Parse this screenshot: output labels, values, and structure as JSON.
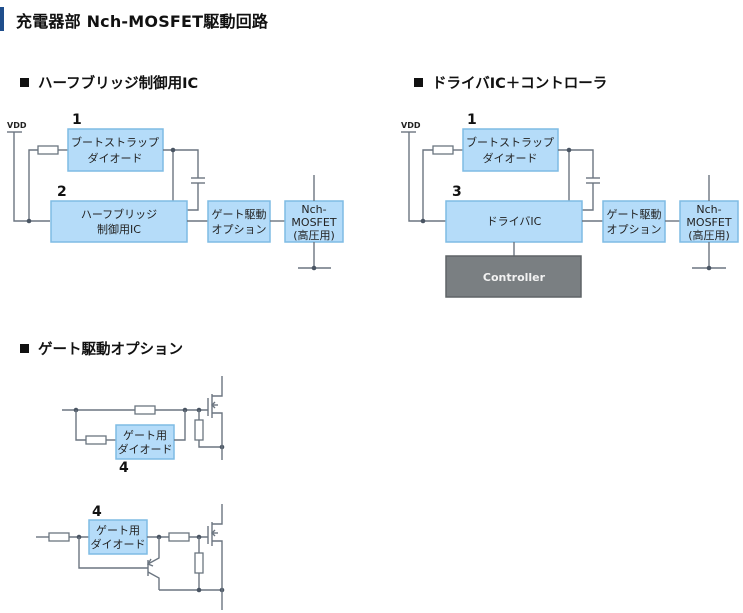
{
  "page": {
    "title": "充電器部 Nch-MOSFET駆動回路",
    "accent_color": "#1f4e8c"
  },
  "sections": {
    "half_bridge": {
      "title": "ハーフブリッジ制御用IC",
      "vdd_label": "VDD",
      "bootstrap": {
        "number": "1",
        "line1": "ブートストラップ",
        "line2": "ダイオード"
      },
      "ic": {
        "number": "2",
        "line1": "ハーフブリッジ",
        "line2": "制御用IC"
      },
      "gate_option": {
        "line1": "ゲート駆動",
        "line2": "オプション"
      },
      "mosfet": {
        "line1": "Nch-",
        "line2": "MOSFET",
        "line3": "(高圧用)"
      }
    },
    "driver_controller": {
      "title": "ドライバIC＋コントローラ",
      "vdd_label": "VDD",
      "bootstrap": {
        "number": "1",
        "line1": "ブートストラップ",
        "line2": "ダイオード"
      },
      "ic": {
        "number": "3",
        "label": "ドライバIC"
      },
      "gate_option": {
        "line1": "ゲート駆動",
        "line2": "オプション"
      },
      "mosfet": {
        "line1": "Nch-",
        "line2": "MOSFET",
        "line3": "(高圧用)"
      },
      "controller": {
        "label": "Controller"
      }
    },
    "gate_option": {
      "title": "ゲート駆動オプション",
      "circuit1": {
        "number": "4",
        "line1": "ゲート用",
        "line2": "ダイオード"
      },
      "circuit2": {
        "number": "4",
        "line1": "ゲート用",
        "line2": "ダイオード"
      }
    }
  },
  "colors": {
    "block_fill": "#b5dcf9",
    "block_border": "#7fbbe4",
    "wire": "#6b7580",
    "controller_fill": "#7a7f82"
  }
}
